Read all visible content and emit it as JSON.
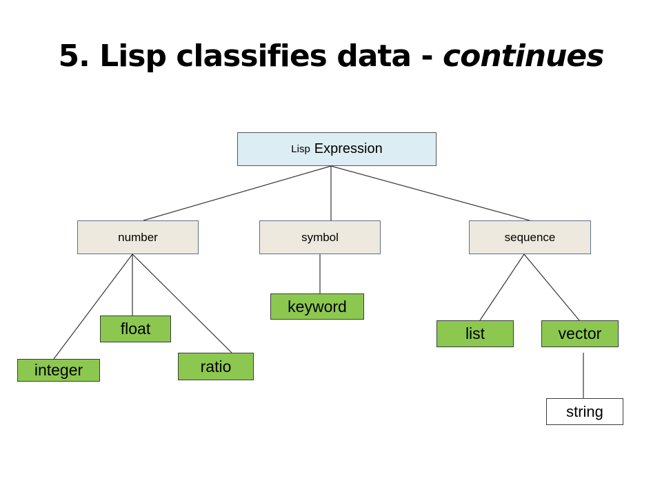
{
  "title": {
    "main": "5. Lisp classifies data - ",
    "emphasis": "continues"
  },
  "tree": {
    "root": {
      "prefix": "Lisp",
      "label": "Expression"
    },
    "categories": [
      {
        "label": "number"
      },
      {
        "label": "symbol"
      },
      {
        "label": "sequence"
      }
    ],
    "number_types": [
      {
        "label": "integer"
      },
      {
        "label": "float"
      },
      {
        "label": "ratio"
      }
    ],
    "symbol_types": [
      {
        "label": "keyword"
      }
    ],
    "sequence_types": [
      {
        "label": "list"
      },
      {
        "label": "vector"
      }
    ],
    "vector_types": [
      {
        "label": "string"
      }
    ]
  },
  "colors": {
    "root_fill": "#dcedf3",
    "category_fill": "#ede9df",
    "leaf_fill": "#8cc850",
    "string_fill": "#ffffff",
    "edge": "#333333"
  }
}
